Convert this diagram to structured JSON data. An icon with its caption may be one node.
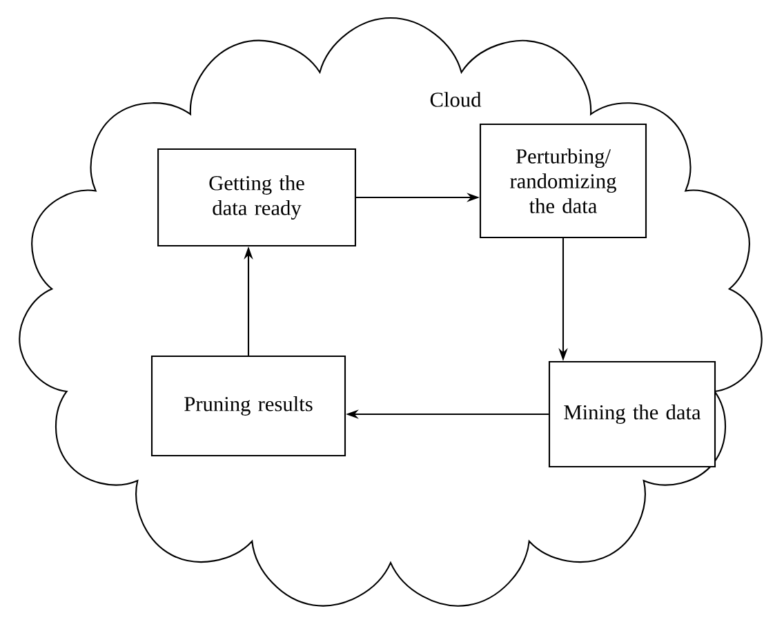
{
  "diagram": {
    "nodes": [
      {
        "text": [
          "Cloud"
        ]
      },
      {
        "text": [
          "Getting the data ready"
        ],
        "in": 0
      },
      {
        "text": [
          "Perturbing/ randomizing the data"
        ],
        "in": 0
      },
      {
        "text": [
          "Mining the data"
        ],
        "in": 0
      },
      {
        "text": [
          "Pruning results"
        ],
        "in": 0
      }
    ],
    "edges": [
      {
        "from": 1,
        "to": 2,
        "arrow": "to"
      },
      {
        "from": 2,
        "to": 3,
        "arrow": "to"
      },
      {
        "from": 3,
        "to": 4,
        "arrow": "to"
      },
      {
        "from": 4,
        "to": 1,
        "arrow": "to"
      }
    ]
  }
}
